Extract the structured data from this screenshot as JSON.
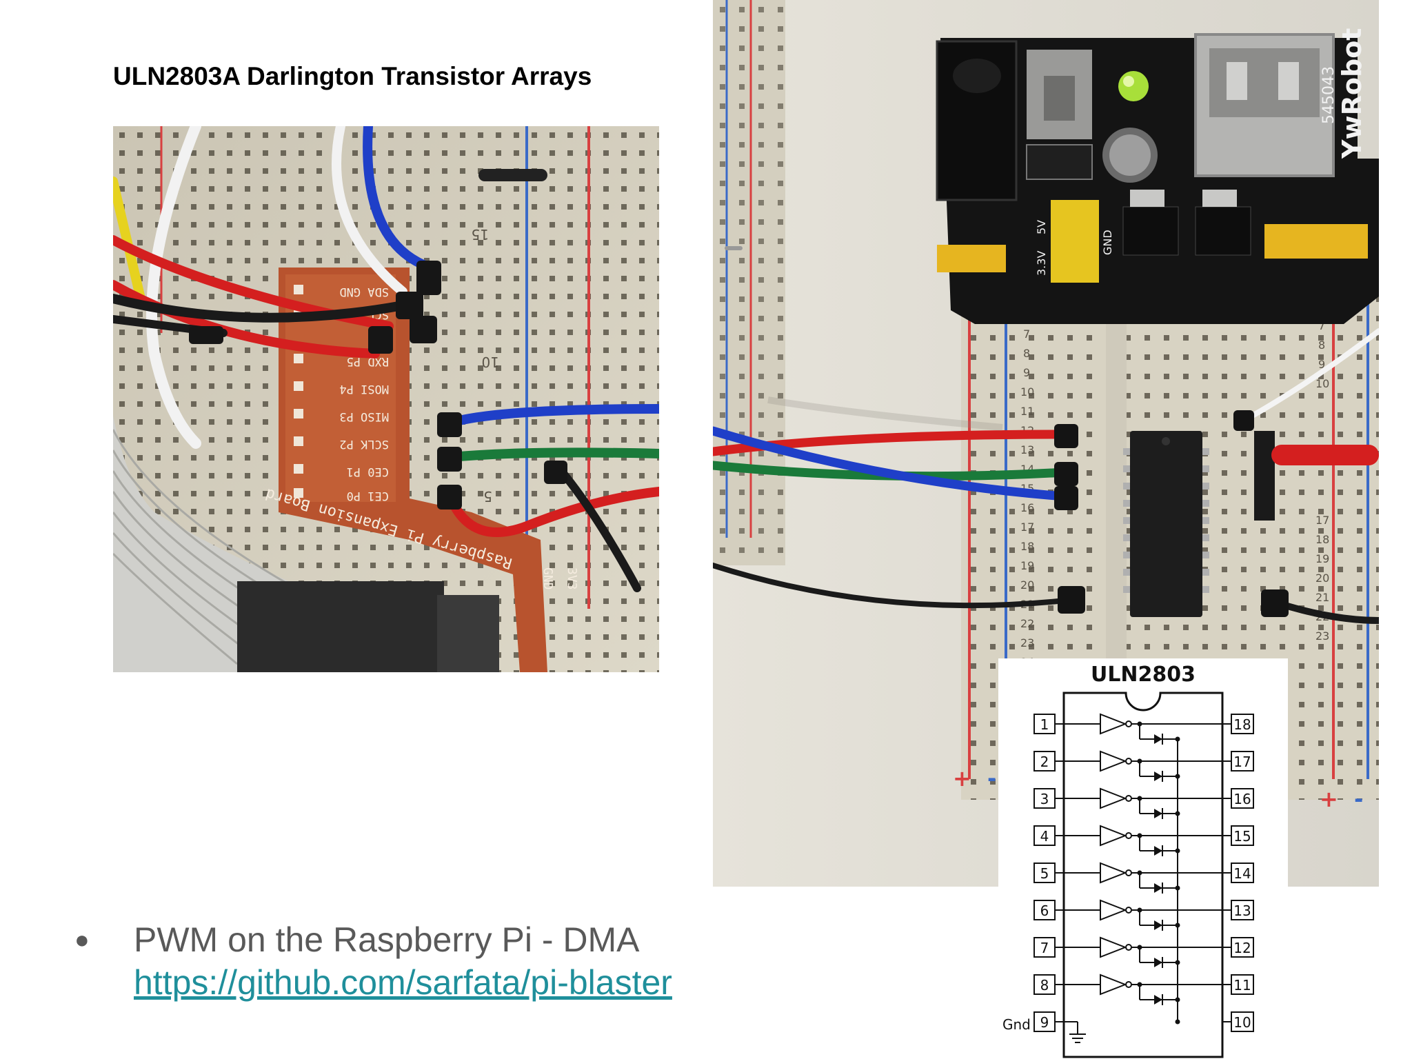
{
  "slide": {
    "title": "ULN2803A Darlington Transistor Arrays",
    "bullet_text": "PWM on the Raspberry Pi - DMA",
    "bullet_link": "https://github.com/sarfata/pi-blaster"
  },
  "left_photo": {
    "board_labels": [
      "SDA GND",
      "SCL P1",
      "RXD P5",
      "MOSI P4",
      "MISO P3",
      "SCLK P2",
      "CE0 P1",
      "CE1 P0"
    ],
    "row_numbers": [
      "15",
      "10",
      "5"
    ],
    "board_caption": "Raspberry Pi Expansion Board",
    "pin_labels": [
      "3V3",
      "GND"
    ]
  },
  "right_photo": {
    "module_brand": "YwRobot",
    "module_code": "545043",
    "jumper_labels": [
      "5V",
      "3.3V",
      "GND"
    ],
    "rail_signs": [
      "+",
      "-"
    ]
  },
  "diagram": {
    "title": "ULN2803",
    "left_pins": [
      "1",
      "2",
      "3",
      "4",
      "5",
      "6",
      "7",
      "8",
      "9"
    ],
    "right_pins": [
      "18",
      "17",
      "16",
      "15",
      "14",
      "13",
      "12",
      "11",
      "10"
    ],
    "gnd_label": "Gnd"
  },
  "colors": {
    "breadboard": "#d9d4c4",
    "pcb": "#b8532e",
    "wire_red": "#d41f1f",
    "wire_blue": "#1f3fc8",
    "wire_green": "#1a7a3a",
    "wire_black": "#1a1a1a",
    "rail_red": "#d84040",
    "rail_blue": "#3a6ac8",
    "link": "#1f8f9b",
    "bullet_text": "#595959"
  }
}
